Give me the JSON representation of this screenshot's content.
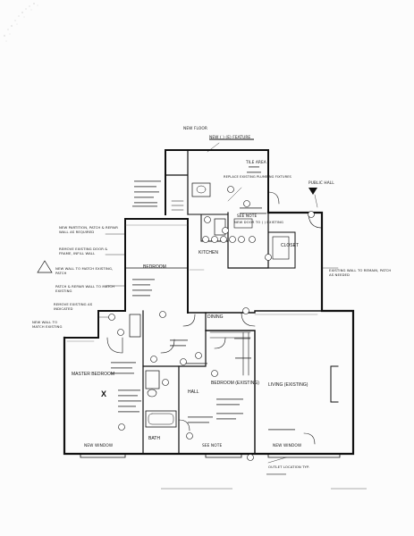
{
  "header_labels": {
    "top": "NEW ( ) (E) FEATURE",
    "tile_area": "TILE AREA",
    "plumbing_note": "REPLACE EXISTING PLUMBING FIXTURES",
    "see_note": "SEE NOTE",
    "new_floor": "NEW FLOOR"
  },
  "left_notes": {
    "n1": "NEW PARTITION, PATCH & REPAIR WALL AS REQUIRED",
    "n2": "REMOVE EXISTING DOOR & FRAME, INFILL WALL",
    "n3": "NEW WALL TO MATCH EXISTING, PATCH",
    "n4": "PATCH & REPAIR WALL TO MATCH EXISTING",
    "n5": "REMOVE EXISTING AS INDICATED",
    "n6": "NEW WALL TO MATCH EXISTING"
  },
  "right_notes": {
    "r1": "PUBLIC HALL",
    "r2": "NEW DOOR TO ( ) EXISTING",
    "r3": "EXISTING WALL TO REMAIN, PATCH AS NEEDED"
  },
  "rooms": {
    "bedroom": "BEDROOM",
    "kitchen": "KITCHEN",
    "dining": "DINING",
    "living": "LIVING (EXISTING)",
    "closet": "CLOSET",
    "hall": "HALL",
    "bath": "BATH",
    "master_bedroom": "MASTER BEDROOM",
    "bedroom2": "BEDROOM (EXISTING)"
  },
  "bottom": {
    "b1": "NEW WINDOW",
    "b2": "SEE NOTE",
    "b3": "OUTLET LOCATION TYP.",
    "b4": "NEW WINDOW"
  },
  "symbol": "X"
}
